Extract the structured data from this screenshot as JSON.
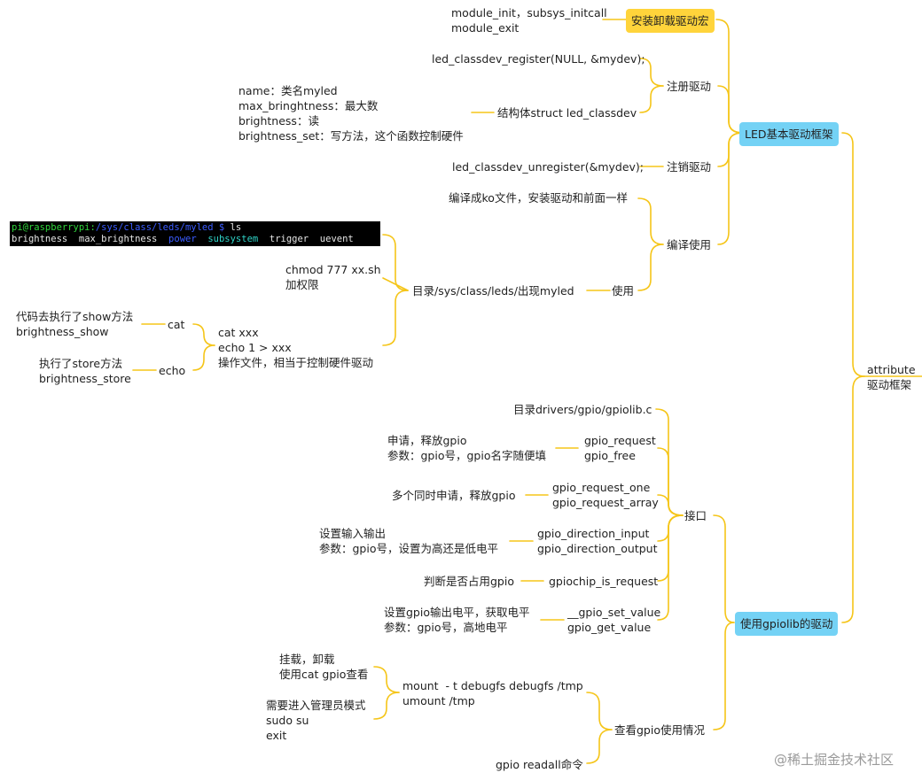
{
  "root": {
    "line1": "attribute",
    "line2": "驱动框架"
  },
  "led_framework": {
    "label": "LED基本驱动框架",
    "install": {
      "label": "安装卸载驱动宏",
      "line1": "module_init，subsys_initcall",
      "line2": "module_exit"
    },
    "register": {
      "label": "注册驱动",
      "call": "led_classdev_register(NULL, &mydev);",
      "struct_label": "结构体struct led_classdev",
      "fields": [
        "name：类名myled",
        "max_bringhtness：最大数",
        "brightness：读",
        "brightness_set：写方法，这个函数控制硬件"
      ]
    },
    "unregister": {
      "label": "注销驱动",
      "call": "led_classdev_unregister(&mydev);"
    },
    "compile": {
      "label": "编译使用",
      "compile_ko": "编译成ko文件，安装驱动和前面一样",
      "use": {
        "label": "使用",
        "dir": "目录/sys/class/leds/出现myled",
        "terminal": {
          "prompt": "pi@raspberrypi:",
          "path": "/sys/class/leds/myled $",
          "cmd": " ls",
          "out_brightness": "brightness",
          "out_max": "max_brightness",
          "out_power": "power",
          "out_subsystem": "subsystem",
          "out_trigger": "trigger",
          "out_uevent": "uevent"
        },
        "chmod": {
          "line1": "chmod 777 xx.sh",
          "line2": "加权限"
        },
        "ops": {
          "line1": "cat xxx",
          "line2": "echo 1 > xxx",
          "line3": "操作文件，相当于控制硬件驱动",
          "cat": {
            "label": "cat",
            "line1": "代码去执行了show方法",
            "line2": "brightness_show"
          },
          "echo": {
            "label": "echo",
            "line1": "执行了store方法",
            "line2": "brightness_store"
          }
        }
      }
    }
  },
  "gpiolib": {
    "label": "使用gpiolib的驱动",
    "interface": {
      "label": "接口",
      "dir": "目录drivers/gpio/gpiolib.c",
      "request": {
        "line1": "gpio_request",
        "line2": "gpio_free",
        "desc1": "申请，释放gpio",
        "desc2": "参数：gpio号，gpio名字随便填"
      },
      "request_one": {
        "line1": "gpio_request_one",
        "line2": "gpio_request_array",
        "desc1": "多个同时申请，释放gpio"
      },
      "direction": {
        "line1": "gpio_direction_input",
        "line2": "gpio_direction_output",
        "desc1": "设置输入输出",
        "desc2": "参数：gpio号，设置为高还是低电平"
      },
      "is_request": {
        "line1": "gpiochip_is_request",
        "desc1": "判断是否占用gpio"
      },
      "value": {
        "line1": "__gpio_set_value",
        "line2": "gpio_get_value",
        "desc1": "设置gpio输出电平，获取电平",
        "desc2": "参数：gpio号，高地电平"
      }
    },
    "usage": {
      "label": "查看gpio使用情况",
      "mount": {
        "line1": "mount  - t debugfs debugfs /tmp",
        "line2": "umount /tmp"
      },
      "mount_note": {
        "line1": "挂载，卸载",
        "line2": "使用cat gpio查看"
      },
      "sudo": {
        "line1": "需要进入管理员模式",
        "line2": "sudo su",
        "line3": "exit"
      },
      "readall": "gpio readall命令"
    }
  },
  "watermark": "@稀土掘金技术社区",
  "colors": {
    "edge": "#f5c518",
    "led_box": "#74d2f5",
    "yellow_box": "#ffd43b",
    "terminal_bg": "#000000"
  }
}
